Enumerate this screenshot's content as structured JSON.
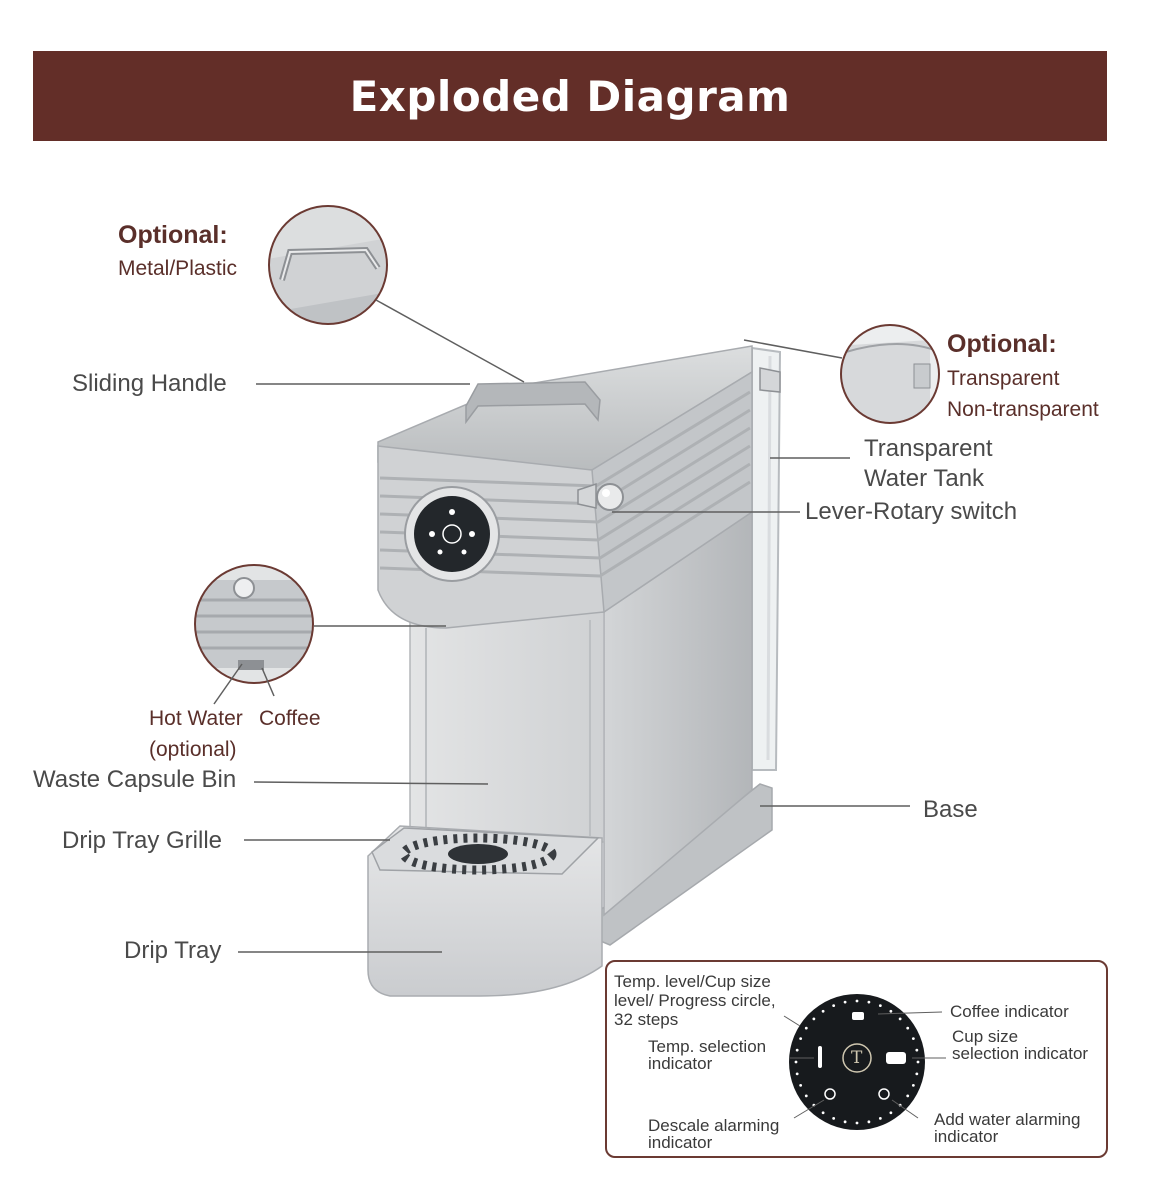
{
  "header": {
    "title": "Exploded Diagram"
  },
  "callouts": {
    "handle_option_title": "Optional:",
    "handle_option_value": "Metal/Plastic",
    "tank_option_title": "Optional:",
    "tank_option_values": [
      "Transparent",
      "Non-transparent"
    ],
    "sliding_handle": "Sliding Handle",
    "water_tank": [
      "Transparent",
      "Water Tank"
    ],
    "lever_rotary_switch": "Lever-Rotary switch",
    "hot_water": "Hot Water",
    "coffee": "Coffee",
    "optional_note": "(optional)",
    "waste_capsule_bin": "Waste Capsule Bin",
    "drip_tray_grille": "Drip Tray Grille",
    "drip_tray": "Drip Tray",
    "base": "Base"
  },
  "panel": {
    "progress_label": [
      "Temp. level/Cup size",
      "level/ Progress circle,",
      "32 steps"
    ],
    "temp_selection": [
      "Temp. selection",
      "indicator"
    ],
    "descale_alarm": [
      "Descale alarming",
      "indicator"
    ],
    "coffee_indicator": "Coffee indicator",
    "cup_size": [
      "Cup size",
      "selection indicator"
    ],
    "add_water_alarm": [
      "Add water alarming",
      "indicator"
    ],
    "logo_letter": "T"
  },
  "colors": {
    "banner": "#632e28",
    "accent_text": "#5a2f2a",
    "body_text": "#4a4a4a",
    "machine": "#c9cbcd"
  }
}
